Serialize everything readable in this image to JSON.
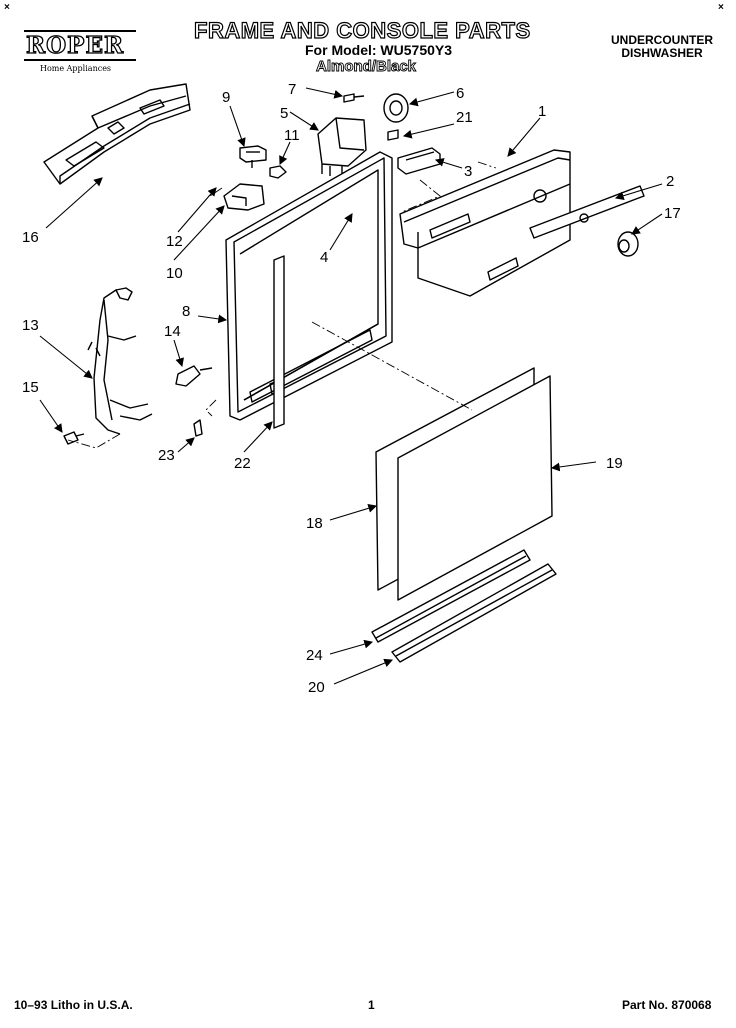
{
  "header": {
    "brand_name": "ROPER",
    "brand_tagline": "Home Appliances",
    "title": "FRAME AND CONSOLE PARTS",
    "model_line": "For Model: WU5750Y3",
    "color_line": "Almond/Black",
    "category_line1": "UNDERCOUNTER",
    "category_line2": "DISHWASHER"
  },
  "footer": {
    "print_info": "10–93 Litho in U.S.A.",
    "page_number": "1",
    "part_number": "Part No. 870068"
  },
  "callouts": {
    "c1": "1",
    "c2": "2",
    "c3": "3",
    "c4": "4",
    "c5": "5",
    "c6": "6",
    "c7": "7",
    "c8": "8",
    "c9": "9",
    "c10": "10",
    "c11": "11",
    "c12": "12",
    "c13": "13",
    "c14": "14",
    "c15": "15",
    "c16": "16",
    "c17": "17",
    "c18": "18",
    "c19": "19",
    "c20": "20",
    "c21": "21",
    "c22": "22",
    "c23": "23",
    "c24": "24"
  }
}
